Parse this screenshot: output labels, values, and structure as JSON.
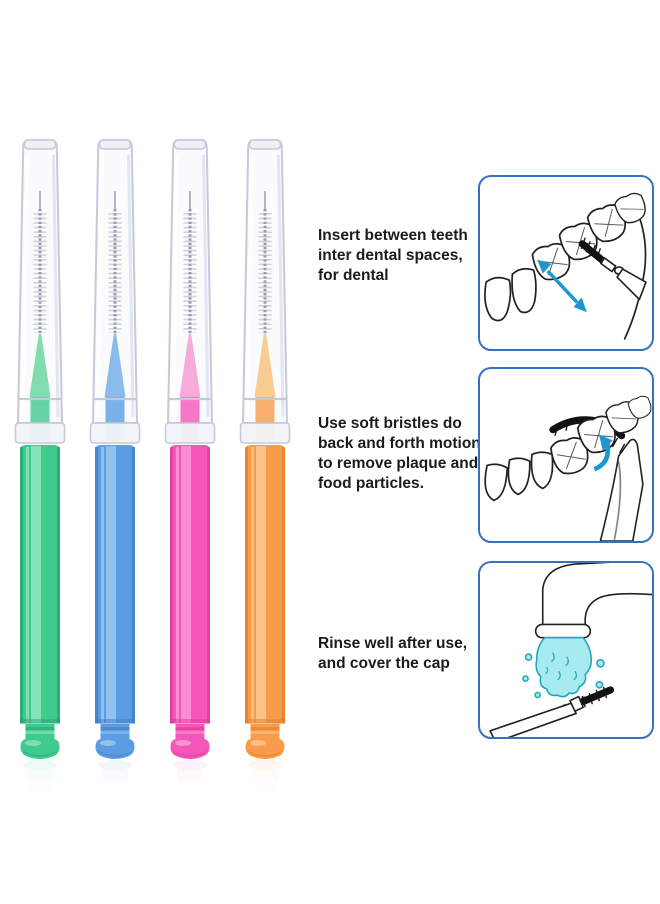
{
  "brushes": [
    {
      "name": "green",
      "body": "#3ecb8d",
      "light": "#8ae7bc",
      "dark": "#2aa173",
      "tip": "#82ddae"
    },
    {
      "name": "blue",
      "body": "#5b9de2",
      "light": "#97c5f1",
      "dark": "#3f7cc2",
      "tip": "#8abbec"
    },
    {
      "name": "pink",
      "body": "#f655b9",
      "light": "#fa96d5",
      "dark": "#d93a9e",
      "tip": "#f6abd9"
    },
    {
      "name": "orange",
      "body": "#f89c4b",
      "light": "#fcc78e",
      "dark": "#e07e25",
      "tip": "#f8cd94"
    }
  ],
  "steps": [
    {
      "lines": [
        "Insert between teeth",
        "inter dental spaces,",
        "for dental"
      ]
    },
    {
      "lines": [
        "Use soft bristles do",
        "back and forth motion",
        "to remove plaque and",
        "food particles."
      ]
    },
    {
      "lines": [
        "Rinse well after use,",
        "and cover the cap"
      ]
    }
  ],
  "colors": {
    "panel_border": "#3a70c0",
    "line": "#222222",
    "arrow": "#1e96d2",
    "water_fill": "#a5ebf0",
    "water_stroke": "#2aa7bf",
    "text": "#1b1b1b",
    "cap_stroke": "#c6c9d8",
    "wire": "#9a9dab",
    "bristle": "#c9cbd4",
    "brush_black": "#111111"
  }
}
